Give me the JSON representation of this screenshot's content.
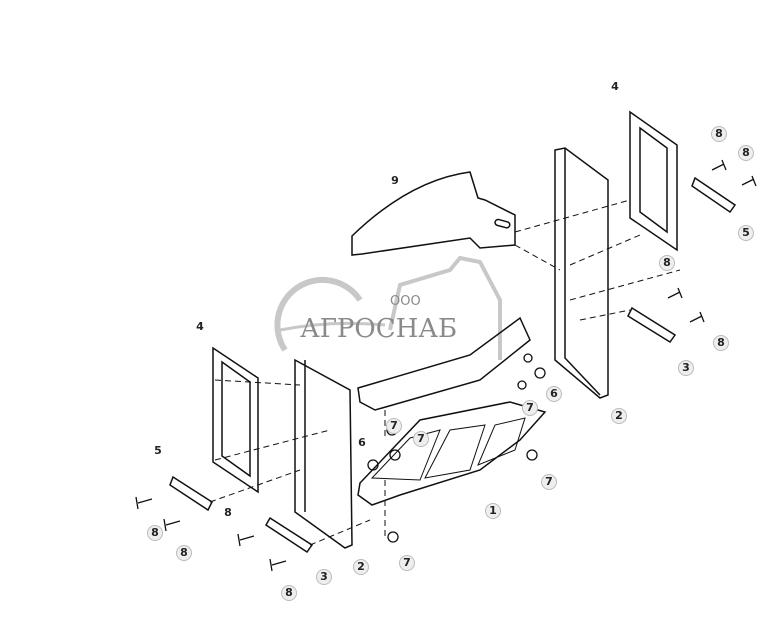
{
  "diagram": {
    "callouts": [
      "4",
      "8",
      "8",
      "5",
      "9",
      "2",
      "8",
      "8",
      "3",
      "6",
      "7",
      "7",
      "7",
      "6",
      "7",
      "1",
      "4",
      "5",
      "8",
      "8",
      "8",
      "3",
      "2",
      "7",
      "8"
    ],
    "watermark": {
      "prefix": "ООО",
      "name": "АГРОСНАБ",
      "color": "#8a8a8a"
    }
  }
}
